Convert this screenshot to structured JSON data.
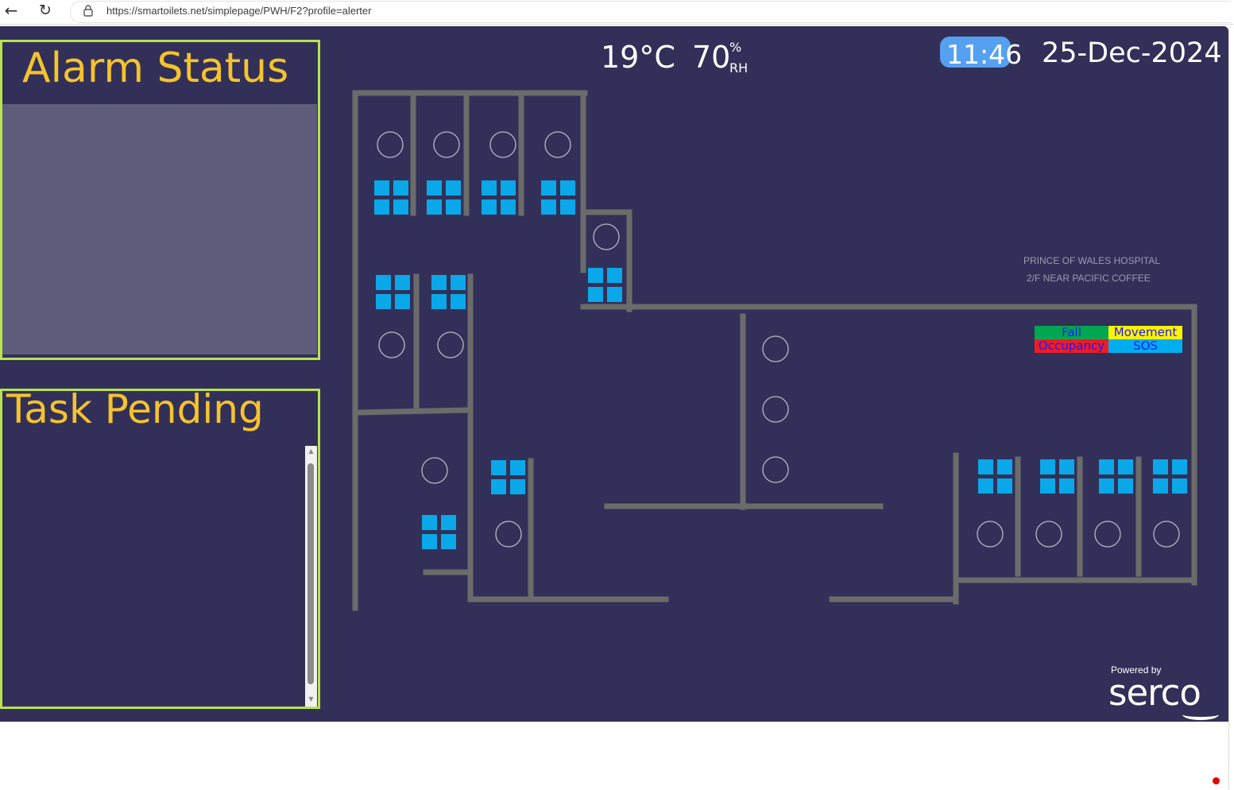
{
  "browser": {
    "url_domain": "https://smartoilets.net",
    "url_path": "/simplepage/PWH/F2?profile=alerter"
  },
  "alarm": {
    "title": "Alarm Status"
  },
  "tasks": {
    "title": "Task Pending"
  },
  "environment": {
    "temperature": "19°C",
    "humidity": "70",
    "humidity_unit_top": "%",
    "humidity_unit_bottom": "RH"
  },
  "clock": {
    "time": "11:46",
    "date": "25-Dec-2024"
  },
  "site": {
    "name": "PRINCE OF WALES HOSPITAL",
    "location": "2/F NEAR PACIFIC COFFEE"
  },
  "legend": [
    {
      "label": "Fall",
      "bg": "#00a651",
      "fg": "#1a1aff"
    },
    {
      "label": "Movement",
      "bg": "#fff200",
      "fg": "#1a1aff"
    },
    {
      "label": "Occupancy",
      "bg": "#ed1c24",
      "fg": "#1a1aff"
    },
    {
      "label": "SOS",
      "bg": "#00aeef",
      "fg": "#1a1aff"
    }
  ],
  "branding": {
    "powered_by": "Powered by",
    "logo": "serco"
  },
  "colors": {
    "background": "#323058",
    "accent_title": "#f5c32c",
    "panel_border": "#b9e24e",
    "wall": "#6b6b6b",
    "sensor": "#0aa8e8",
    "time_badge": "#55a0f0"
  }
}
